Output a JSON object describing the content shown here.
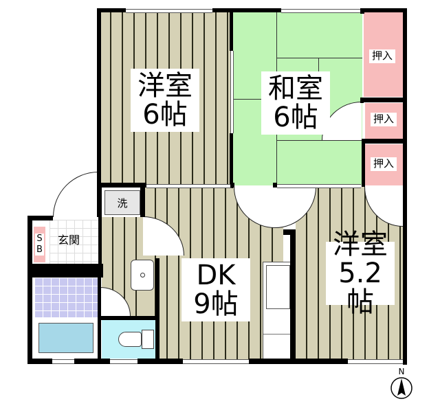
{
  "floorplan": {
    "rooms": [
      {
        "id": "western-room-nw",
        "type_label": "洋室",
        "size_label": "6帖",
        "floor": "wood"
      },
      {
        "id": "japanese-room",
        "type_label": "和室",
        "size_label": "6帖",
        "floor": "tatami"
      },
      {
        "id": "dining-kitchen",
        "type_label": "DK",
        "size_label": "9帖",
        "floor": "wood"
      },
      {
        "id": "western-room-se",
        "type_label": "洋室",
        "size_label": "5.2帖",
        "floor": "wood"
      }
    ],
    "closets": [
      {
        "label": "押入"
      },
      {
        "label": "押入"
      },
      {
        "label": "押入"
      }
    ],
    "entrance": {
      "label": "玄関"
    },
    "shoe_box": {
      "line1": "S",
      "line2": "B"
    },
    "washer": {
      "label": "洗"
    },
    "compass": {
      "label": "N"
    }
  },
  "colors": {
    "wood_floor": "#d6d2b6",
    "tatami": "#bff5b5",
    "closet": "#f8bcbc",
    "bath_tile": "#c8c8f0",
    "bathtub": "#a6d8e8",
    "toilet_room": "#bff2f8",
    "wall": "#000000"
  }
}
